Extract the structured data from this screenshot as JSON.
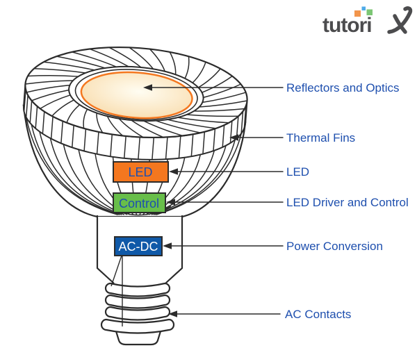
{
  "brand": {
    "name": "tutorix",
    "wordmark_text": "tutori",
    "wordmark_last_letter": "x",
    "text_color": "#4c4c4e",
    "dot_colors": {
      "orange": "#F2954C",
      "blue": "#4FABE8",
      "green": "#7CC674"
    }
  },
  "diagram": {
    "outline_color": "#2b2b2b",
    "label_color": "#1e4fae",
    "lens": {
      "stroke": "#F4771F",
      "fill_center": "#FFFDF2",
      "fill_edge": "#F8D7A2"
    },
    "boxes": [
      {
        "id": "led",
        "label": "LED",
        "fill": "#F4771F",
        "label_color": "#1d4fb0"
      },
      {
        "id": "control",
        "label": "Control",
        "fill": "#68BE4A",
        "label_color": "#1d4fb0"
      },
      {
        "id": "acdc",
        "label": "AC-DC",
        "fill": "#0F59A8",
        "label_color": "#FFFFFF"
      }
    ],
    "callouts": [
      {
        "id": "reflectors",
        "label": "Reflectors and Optics"
      },
      {
        "id": "thermal",
        "label": "Thermal Fins"
      },
      {
        "id": "led",
        "label": "LED"
      },
      {
        "id": "driver",
        "label": "LED Driver and Control"
      },
      {
        "id": "power",
        "label": "Power Conversion"
      },
      {
        "id": "contacts",
        "label": "AC Contacts"
      }
    ]
  }
}
